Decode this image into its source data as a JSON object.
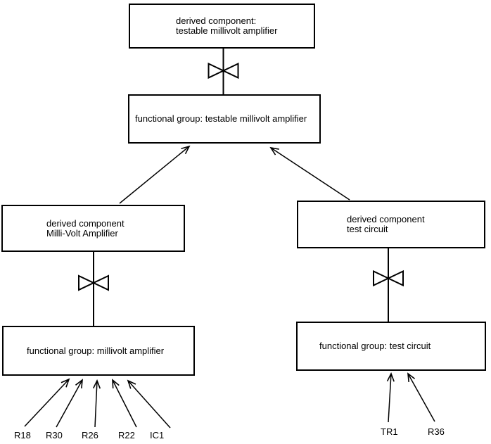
{
  "colors": {
    "background": "#ffffff",
    "line": "#000000",
    "text": "#000000"
  },
  "nodes": {
    "top_derived": {
      "line1": "derived component:",
      "line2": "testable millivolt amplifier"
    },
    "top_functional": {
      "label": "functional group: testable millivolt amplifier"
    },
    "left_derived": {
      "line1": "derived component",
      "line2": "Milli-Volt Amplifier"
    },
    "left_functional": {
      "label": "functional group: millivolt amplifier"
    },
    "right_derived": {
      "line1": "derived component",
      "line2": "test circuit"
    },
    "right_functional": {
      "label": "functional group: test circuit"
    }
  },
  "leaf_labels": {
    "left": [
      "R18",
      "R30",
      "R26",
      "R22",
      "IC1"
    ],
    "right": [
      "TR1",
      "R36"
    ]
  },
  "edges": [
    {
      "from": "top_functional",
      "to": "top_derived",
      "type": "bowtie-refinement"
    },
    {
      "from": "left_functional",
      "to": "left_derived",
      "type": "bowtie-refinement"
    },
    {
      "from": "right_functional",
      "to": "right_derived",
      "type": "bowtie-refinement"
    },
    {
      "from": "left_derived",
      "to": "top_functional",
      "type": "arrow"
    },
    {
      "from": "right_derived",
      "to": "top_functional",
      "type": "arrow"
    },
    {
      "from": "R18",
      "to": "left_functional",
      "type": "arrow"
    },
    {
      "from": "R30",
      "to": "left_functional",
      "type": "arrow"
    },
    {
      "from": "R26",
      "to": "left_functional",
      "type": "arrow"
    },
    {
      "from": "R22",
      "to": "left_functional",
      "type": "arrow"
    },
    {
      "from": "IC1",
      "to": "left_functional",
      "type": "arrow"
    },
    {
      "from": "TR1",
      "to": "right_functional",
      "type": "arrow"
    },
    {
      "from": "R36",
      "to": "right_functional",
      "type": "arrow"
    }
  ]
}
